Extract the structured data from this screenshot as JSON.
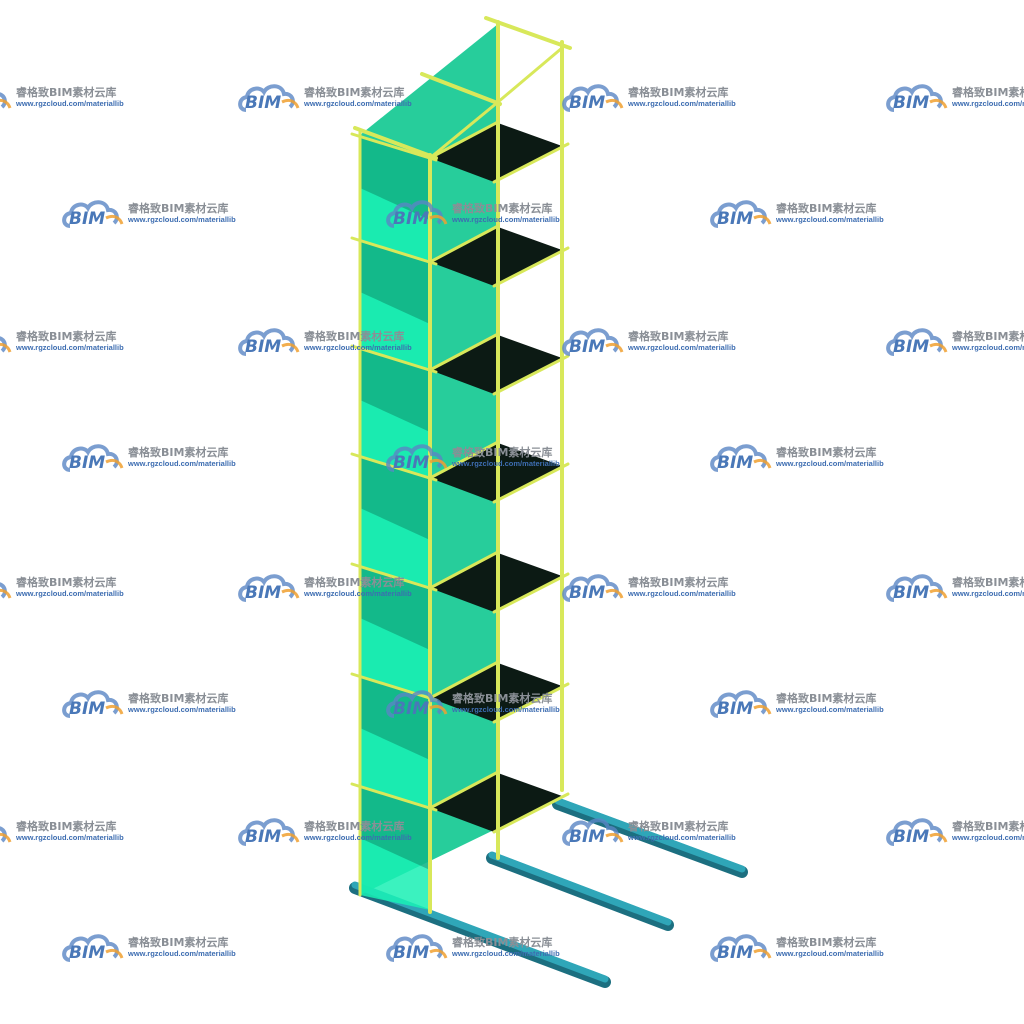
{
  "watermark": {
    "logo_text": "BIM",
    "name": "睿格致BIM素材云库",
    "url": "www.rgzcloud.com/materiallib"
  },
  "colors": {
    "glass": "#19f0b4",
    "glass_dark": "#0fc890",
    "shelf": "#0c1a14",
    "frame": "#d8e85a",
    "pipe": "#2fa6b8",
    "pipe_dark": "#1c6f80",
    "wm_cloud": "#5a86c4",
    "wm_arc": "#f0a030"
  }
}
